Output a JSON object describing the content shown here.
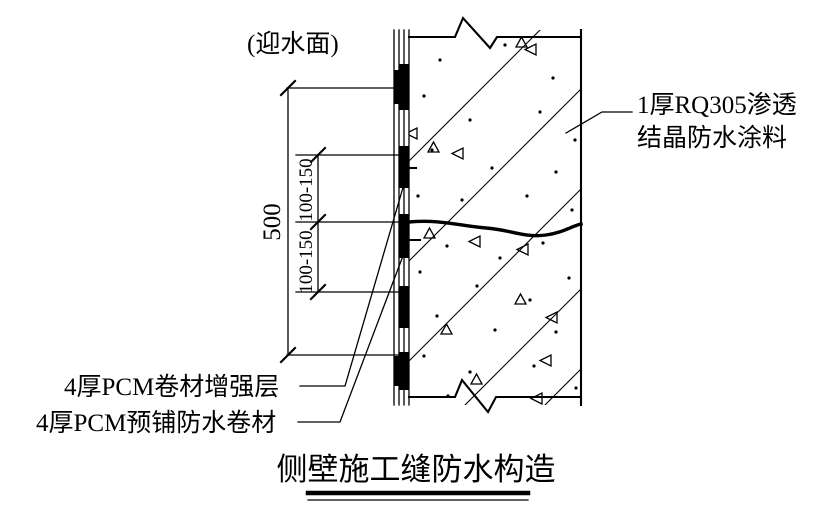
{
  "drawing": {
    "title": "侧壁施工缝防水构造",
    "face_note": "(迎水面)",
    "colors": {
      "ink": "#000000",
      "background": "#ffffff"
    },
    "dimensions": {
      "overall": {
        "label": "500",
        "unit_implied": "mm"
      },
      "segments": [
        {
          "label": "100-150"
        },
        {
          "label": "100-150"
        }
      ]
    },
    "annotations": {
      "right": {
        "line1": "1厚RQ305渗透",
        "line2": "结晶防水涂料"
      },
      "bottom_left": [
        {
          "label": "4厚PCM卷材增强层"
        },
        {
          "label": "4厚PCM预铺防水卷材"
        }
      ]
    },
    "icons": {
      "break_line": "break-line-symbol",
      "joint": "construction-joint-line",
      "concrete_hatch": "concrete-hatch-pattern",
      "dimension_tick": "architectural-tick-mark"
    }
  }
}
